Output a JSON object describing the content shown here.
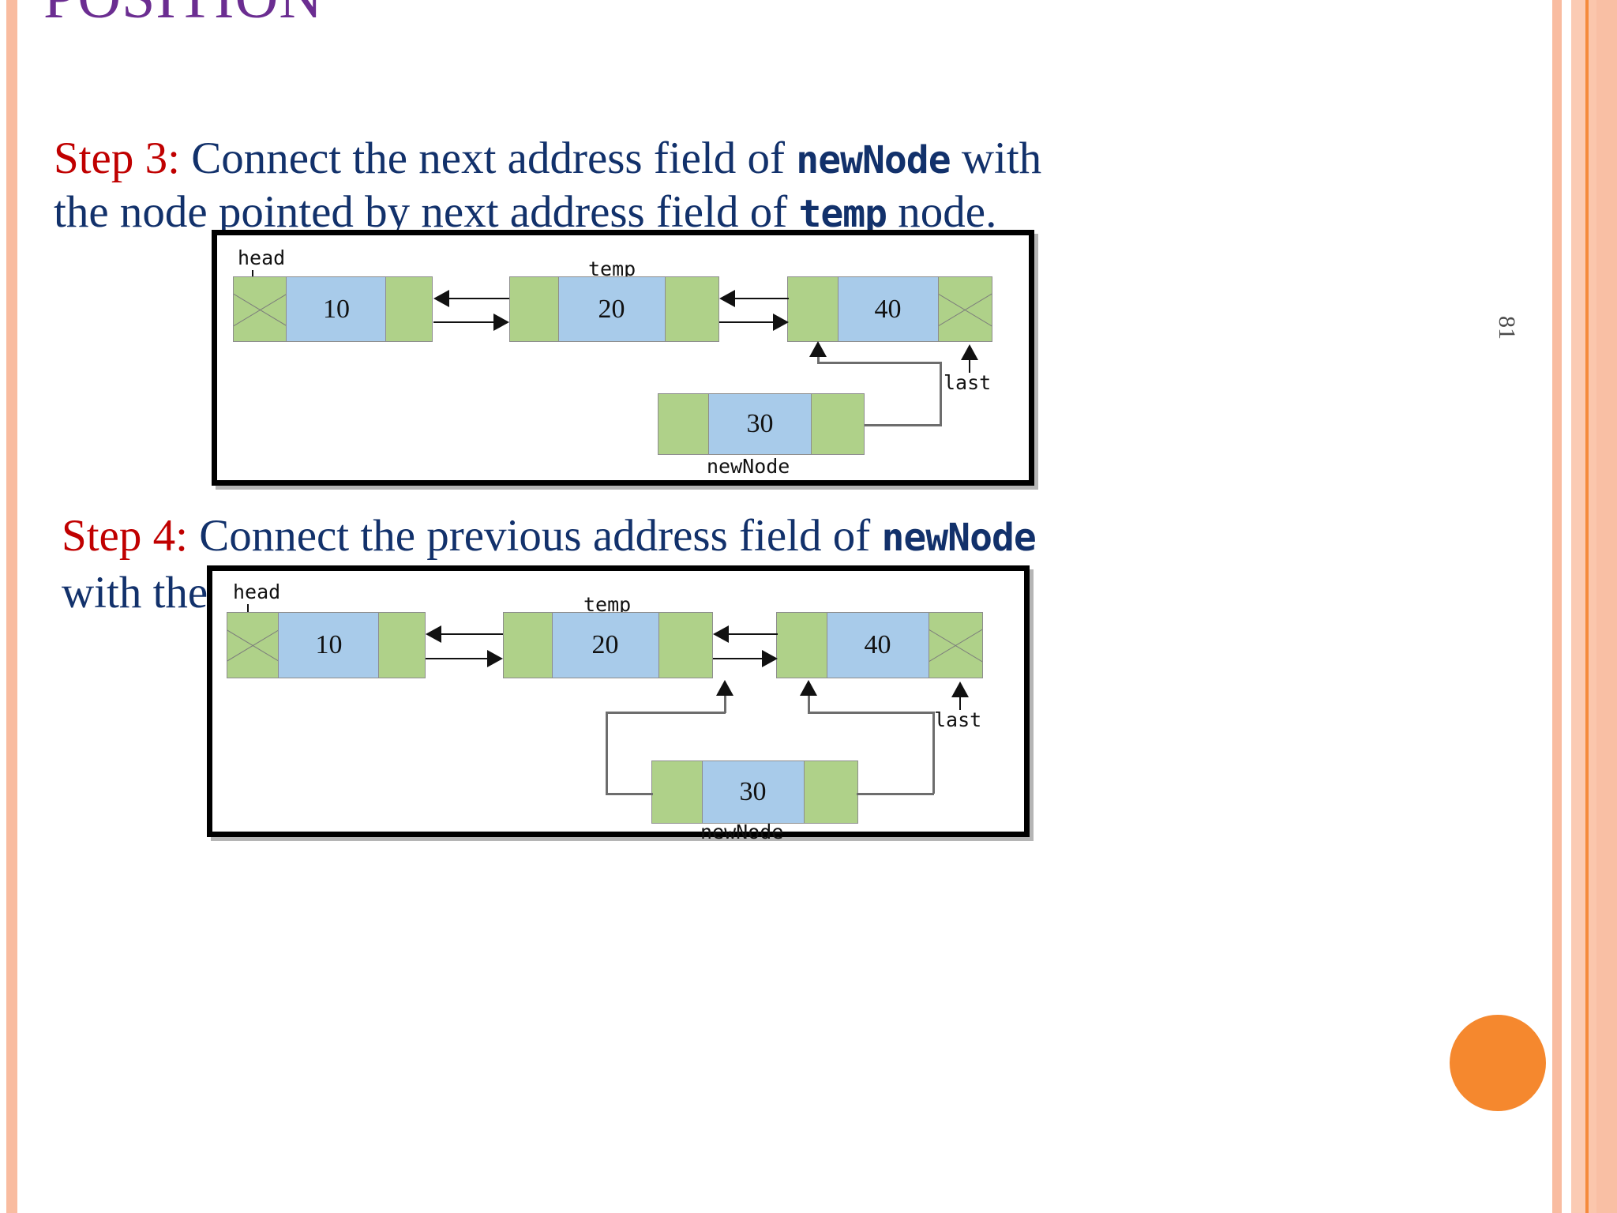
{
  "slide": {
    "title": "POSITION",
    "page_number": "81",
    "title_color": "#6B2D91",
    "accent_color": "#F5882E",
    "step_label_color": "#C00000",
    "body_color": "#12316B"
  },
  "steps": [
    {
      "label": "Step 3:",
      "line1_a": " Connect the next address field of ",
      "line1_mono": "newNode",
      "line1_b": "  with",
      "line2_a": "the node pointed by next address field of ",
      "line2_mono": "temp",
      "line2_b": " node."
    },
    {
      "label": "Step 4:",
      "line1_a": "  Connect the previous address field of ",
      "line1_mono": "newNode",
      "line1_b": "",
      "line2_a": "with the",
      "line2_mono": "",
      "line2_b": ""
    }
  ],
  "diagrams": [
    {
      "name": "step3-linked-list",
      "pointers": {
        "head": "head",
        "temp": "temp",
        "last": "last",
        "newnode": "newNode"
      },
      "nodes": [
        {
          "id": "node-10",
          "value": "10",
          "prev": "nil",
          "next": "ptr"
        },
        {
          "id": "node-20",
          "value": "20",
          "prev": "ptr",
          "next": "ptr"
        },
        {
          "id": "node-40",
          "value": "40",
          "prev": "ptr",
          "next": "nil"
        },
        {
          "id": "node-30-new",
          "value": "30",
          "prev": "ptr",
          "next": "ptr"
        }
      ]
    },
    {
      "name": "step4-linked-list",
      "pointers": {
        "head": "head",
        "temp": "temp",
        "last": "last",
        "newnode": "newNode"
      },
      "nodes": [
        {
          "id": "node-10",
          "value": "10",
          "prev": "nil",
          "next": "ptr"
        },
        {
          "id": "node-20",
          "value": "20",
          "prev": "ptr",
          "next": "ptr"
        },
        {
          "id": "node-40",
          "value": "40",
          "prev": "ptr",
          "next": "nil"
        },
        {
          "id": "node-30-new",
          "value": "30",
          "prev": "ptr",
          "next": "ptr"
        }
      ]
    }
  ]
}
